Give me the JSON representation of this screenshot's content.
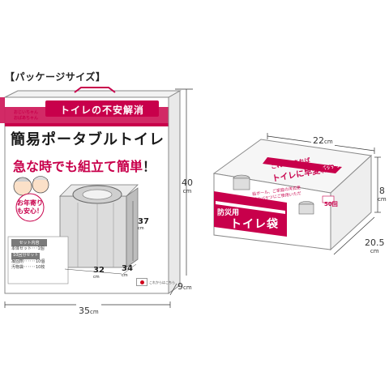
{
  "heading": "【パッケージサイズ】",
  "box1": {
    "logo_text": "おじいちゃん おばあちゃん",
    "top_label": "トイレの不安解消",
    "title": "簡易ポータブルトイレ",
    "catch_red1": "急な時でも",
    "catch_red2": "組立て簡単",
    "catch_black": "！",
    "bubble": "お年寄りも安心！",
    "info_title": "セット内容",
    "info_lines": [
      "本体セット･･･1個",
      "10回分セット",
      "凝固剤･･････10個",
      "汚物袋･･････10枚"
    ],
    "inner_dims": {
      "height": "37",
      "width": "32",
      "depth": "34",
      "unit": "cm"
    },
    "made_in": "これからはこちら",
    "dims": {
      "height": {
        "value": "40",
        "unit": "cm"
      },
      "depth": {
        "value": "9",
        "unit": "cm"
      },
      "width": {
        "value": "35",
        "unit": "cm"
      }
    }
  },
  "box2": {
    "label_small": "防災用",
    "label_name": "トイレ袋",
    "tag_small": "これ１つあれば",
    "tag_badge": "バッチリ",
    "tag_big": "トイレに早変わり",
    "desc": "段ボール、ご家庭の洋式便器やバケツにご使用いただけます。",
    "count": "50回",
    "dims": {
      "width": {
        "value": "22",
        "unit": "cm"
      },
      "height": {
        "value": "8",
        "unit": "cm"
      },
      "depth": {
        "value": "20.5",
        "unit": "cm"
      }
    }
  },
  "colors": {
    "accent": "#c8004b",
    "box_side": "#e6e6e6",
    "box_face": "#f4f4f4"
  }
}
